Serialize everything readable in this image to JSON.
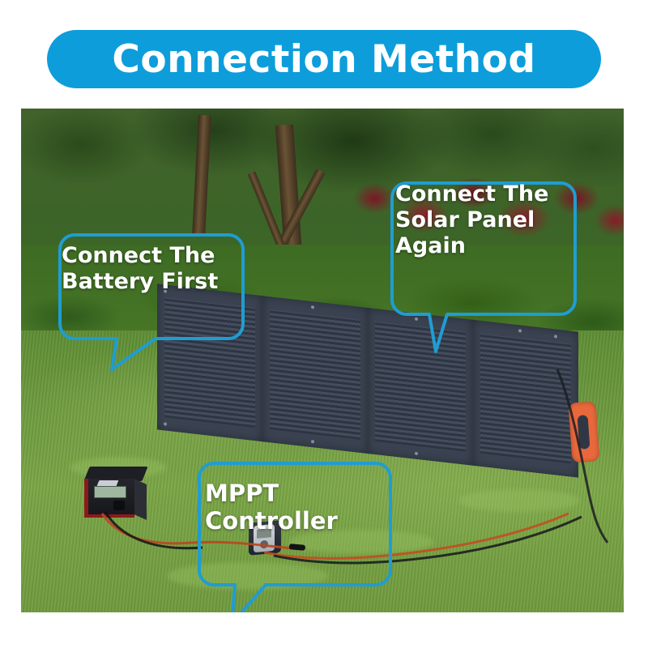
{
  "header": {
    "title": "Connection Method",
    "banner_color": "#0d9ddb",
    "title_color": "#ffffff"
  },
  "photo": {
    "scene_description": "Outdoor lawn with a portable power station, an MPPT controller and a four-fold portable solar panel on grass, with trees and red foliage in the background",
    "accent_color": "#1f9dd2"
  },
  "callouts": [
    {
      "id": "battery",
      "text": "Connect The\nBattery First",
      "points_to": "power-station",
      "border_color": "#1f9dd2",
      "text_color": "#ffffff"
    },
    {
      "id": "solar-panel",
      "text": "Connect The\nSolar Panel\nAgain",
      "points_to": "solar-panel",
      "border_color": "#1f9dd2",
      "text_color": "#ffffff"
    },
    {
      "id": "mppt",
      "text": "MPPT\nController",
      "points_to": "mppt-controller",
      "border_color": "#1f9dd2",
      "text_color": "#ffffff"
    }
  ],
  "devices": {
    "power_station": {
      "name": "Portable power station",
      "accent_color": "#8c1a1c"
    },
    "mppt_controller": {
      "name": "MPPT solar charge controller"
    },
    "solar_panel": {
      "name": "Foldable solar panel",
      "fold_count": 4,
      "handle_color": "#e8683c"
    }
  }
}
